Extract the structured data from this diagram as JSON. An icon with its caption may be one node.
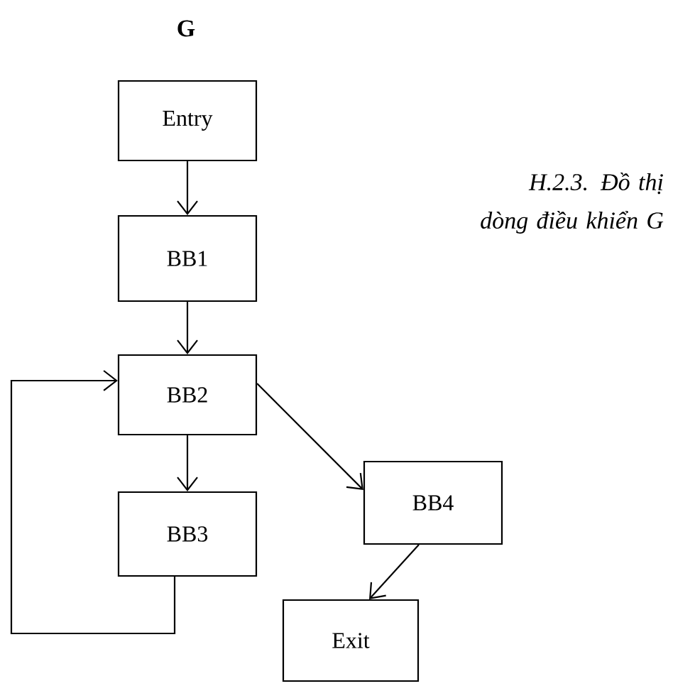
{
  "diagram": {
    "title": "G",
    "caption": "H.2.3. Đồ thị dòng điều khiển G",
    "nodes": [
      {
        "text": [
          "Entry"
        ]
      },
      {
        "text": [
          "BB1"
        ]
      },
      {
        "text": [
          "BB2"
        ]
      },
      {
        "text": [
          "BB3"
        ]
      },
      {
        "text": [
          "BB4"
        ]
      },
      {
        "text": [
          "Exit"
        ]
      }
    ],
    "edges": [
      {
        "from": 0,
        "to": 1,
        "arrow": "to"
      },
      {
        "from": 1,
        "to": 2,
        "arrow": "to"
      },
      {
        "from": 2,
        "to": 3,
        "arrow": "to"
      },
      {
        "from": 3,
        "to": 2,
        "arrow": "to"
      },
      {
        "from": 2,
        "to": 4,
        "arrow": "to"
      },
      {
        "from": 4,
        "to": 5,
        "arrow": "to"
      }
    ]
  }
}
